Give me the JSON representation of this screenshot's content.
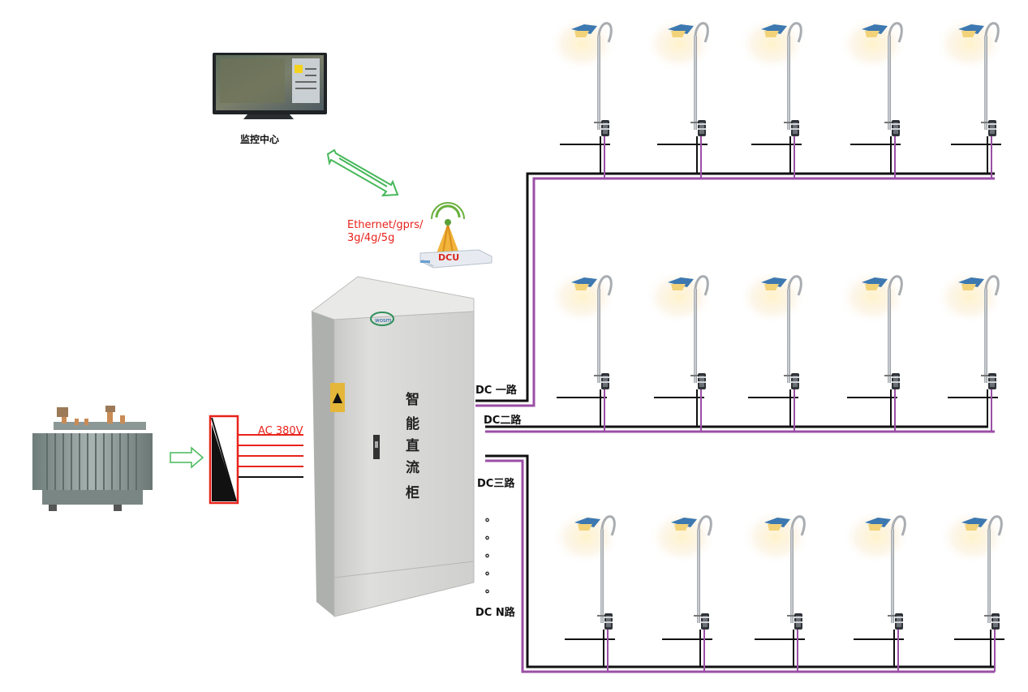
{
  "monitor": {
    "label": "监控中心"
  },
  "network": {
    "label_line1": "Ethernet/gprs/",
    "label_line2": "3g/4g/5g"
  },
  "dcu": {
    "label": "DCU"
  },
  "power": {
    "ac_label": "AC 380V"
  },
  "cabinet": {
    "chars": [
      "智",
      "能",
      "直",
      "流",
      "柜"
    ]
  },
  "dc_circuits": {
    "line1": "DC 一路",
    "line2": "DC二路",
    "line3": "DC三路",
    "lineN": "DC N路",
    "ellipsis": [
      "。",
      "。",
      "。",
      "。",
      "。"
    ]
  },
  "colors": {
    "wire_black": "#111111",
    "wire_purple": "#9b4fa6",
    "ac_red": "#e8231c",
    "arrow_green": "#47b85a",
    "cabinet_gray": "#d8d8d6"
  },
  "icons": {
    "transformer": "transformer-icon",
    "rectifier": "rectifier-icon",
    "monitor": "monitor-icon",
    "dcu": "dcu-antenna-icon",
    "street_light": "street-light-icon"
  }
}
